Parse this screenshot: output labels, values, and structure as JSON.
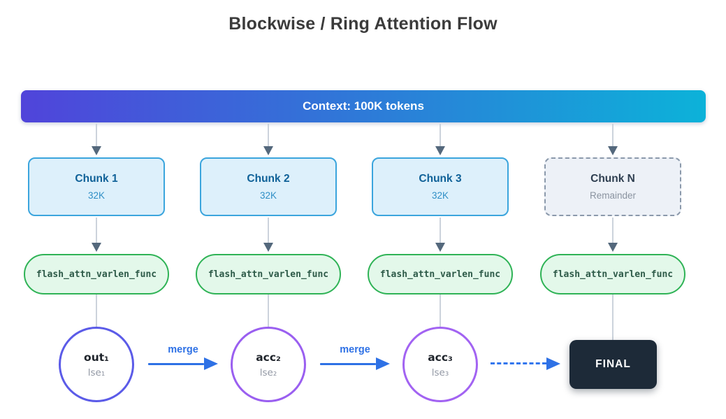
{
  "title": "Blockwise / Ring Attention Flow",
  "banner": {
    "label": "Context: 100K tokens"
  },
  "columns": [
    {
      "chunk_title": "Chunk 1",
      "chunk_subtitle": "32K",
      "func_label": "flash_attn_varlen_func",
      "node_title": "out₁",
      "node_subtitle": "lse₁"
    },
    {
      "chunk_title": "Chunk 2",
      "chunk_subtitle": "32K",
      "func_label": "flash_attn_varlen_func",
      "node_title": "acc₂",
      "node_subtitle": "lse₂"
    },
    {
      "chunk_title": "Chunk 3",
      "chunk_subtitle": "32K",
      "func_label": "flash_attn_varlen_func",
      "node_title": "acc₃",
      "node_subtitle": "lse₃"
    },
    {
      "chunk_title": "Chunk N",
      "chunk_subtitle": "Remainder",
      "func_label": "flash_attn_varlen_func",
      "final_label": "FINAL"
    }
  ],
  "merges": [
    {
      "label": "merge"
    },
    {
      "label": "merge"
    }
  ],
  "colors": {
    "banner_gradient_start": "#5044da",
    "banner_gradient_mid": "#2e7ad8",
    "banner_gradient_end": "#0cb2d9",
    "chunk_bg": "#ddf0fb",
    "chunk_border": "#3ba5dd",
    "chunk_title_text": "#0f6198",
    "chunk_subtitle_text": "#2f8fc6",
    "chunk_n_bg": "#edf1f7",
    "chunk_n_border": "#8b99ab",
    "func_bg": "#e3f8ea",
    "func_border": "#2fb356",
    "circle1_border": "#5b5be8",
    "circle2_border": "#9a5ff0",
    "circle3_border": "#a263f2",
    "merge_arrow": "#2e71e5",
    "final_bg": "#1d2a38",
    "connector_line": "#ccd3dc",
    "connector_head": "#54687c"
  }
}
